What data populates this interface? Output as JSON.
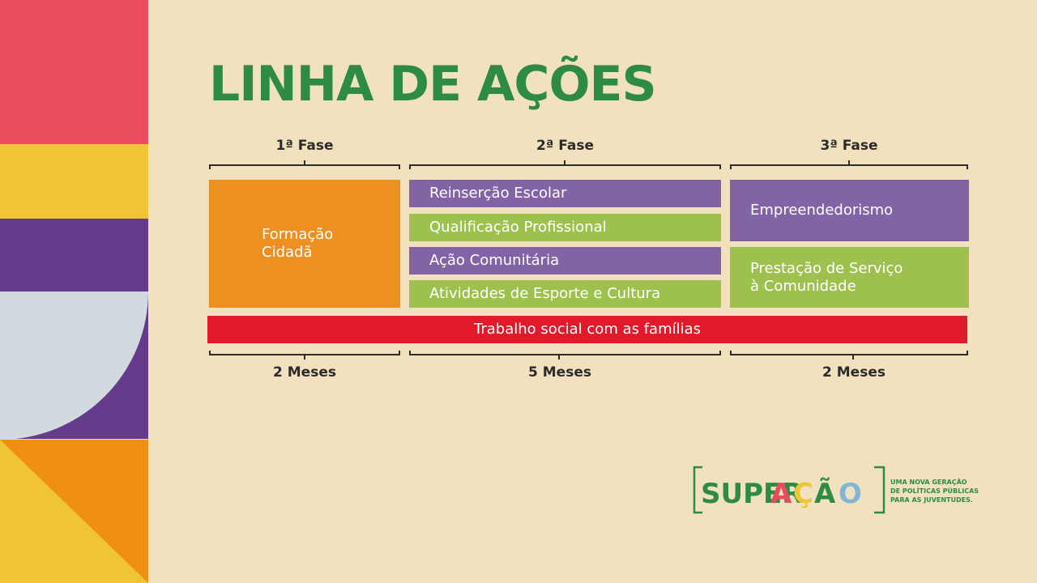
{
  "title": "LINHA DE AÇÕES",
  "phases": [
    {
      "label": "1ª Fase",
      "duration": "2 Meses"
    },
    {
      "label": "2ª Fase",
      "duration": "5 Meses"
    },
    {
      "label": "3ª Fase",
      "duration": "2 Meses"
    }
  ],
  "phase1": {
    "box": "Formação\nCidadã"
  },
  "phase2": {
    "items": [
      "Reinserção Escolar",
      "Qualificação Profissional",
      "Ação Comunitária",
      "Atividades de Esporte e Cultura"
    ]
  },
  "phase3": {
    "items": [
      "Empreendedorismo",
      "Prestação de Serviço\nà Comunidade"
    ]
  },
  "footer_bar": "Trabalho social com as famílias",
  "logo": {
    "text": "SUPERAÇÃO",
    "tagline": [
      "UMA NOVA GERAÇÃO",
      "DE POLÍTICAS PÚBLICAS",
      "PARA AS JUVENTUDES."
    ]
  },
  "colors": {
    "background": "#f1e1bf",
    "title": "#2e8b45",
    "orange": "#ee8f21",
    "purple": "#8264a6",
    "green": "#9ec04f",
    "red": "#e0192b"
  }
}
